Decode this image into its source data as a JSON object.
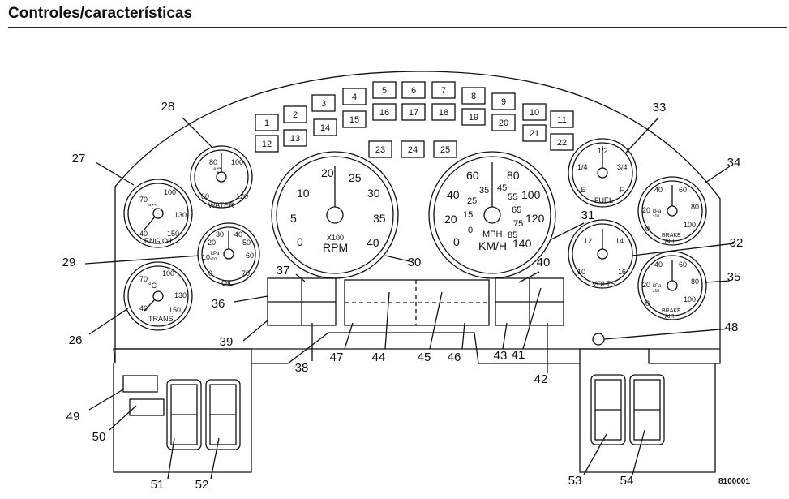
{
  "header": {
    "title": "Controles/características"
  },
  "figure_id": "8100001",
  "indicator_labels": [
    "1",
    "2",
    "3",
    "4",
    "5",
    "6",
    "7",
    "8",
    "9",
    "10",
    "11",
    "12",
    "13",
    "14",
    "15",
    "16",
    "17",
    "18",
    "19",
    "20",
    "21",
    "22",
    "23",
    "24",
    "25"
  ],
  "gauges": {
    "water": {
      "label": "WATER",
      "unit": "°C",
      "ticks": [
        "60",
        "80",
        "100",
        "120"
      ]
    },
    "eng_oil": {
      "label": "ENG OIL",
      "unit": "°C",
      "ticks": [
        "40",
        "70",
        "100",
        "130",
        "150"
      ]
    },
    "oil": {
      "label": "OIL",
      "unit": "kPa",
      "scale": "x10",
      "ticks": [
        "0",
        "10",
        "20",
        "30",
        "40",
        "50",
        "60",
        "70"
      ]
    },
    "trans": {
      "label": "TRANS",
      "unit": "°C",
      "ticks": [
        "40",
        "70",
        "100",
        "130",
        "150"
      ]
    },
    "tach": {
      "label": "RPM",
      "scale": "X100",
      "ticks": [
        "0",
        "5",
        "10",
        "20",
        "25",
        "30",
        "35",
        "40"
      ]
    },
    "speedo": {
      "unit_mph": "MPH",
      "unit_kmh": "KM/H",
      "mph_ticks": [
        "0",
        "20",
        "40",
        "60",
        "80",
        "100",
        "120",
        "140"
      ],
      "kmh_ticks": [
        "0",
        "15",
        "25",
        "35",
        "45",
        "55",
        "65",
        "75",
        "85"
      ]
    },
    "fuel": {
      "label": "FUEL",
      "ticks": [
        "E",
        "1/4",
        "1/2",
        "3/4",
        "F"
      ]
    },
    "volts": {
      "label": "VOLTS",
      "ticks": [
        "10",
        "12",
        "14",
        "16"
      ]
    },
    "brake_air_1": {
      "label_line1": "BRAKE",
      "label_line2": "AIR",
      "unit": "kPa",
      "scale": "x10",
      "ticks": [
        "0",
        "20",
        "40",
        "60",
        "80",
        "100"
      ]
    },
    "brake_air_2": {
      "label_line1": "BRAKE",
      "label_line2": "AIR",
      "unit": "kPa",
      "scale": "x10",
      "ticks": [
        "0",
        "20",
        "40",
        "60",
        "80",
        "100"
      ]
    }
  },
  "callouts": [
    "26",
    "27",
    "28",
    "29",
    "30",
    "31",
    "32",
    "33",
    "34",
    "35",
    "36",
    "37",
    "38",
    "39",
    "40",
    "41",
    "42",
    "43",
    "44",
    "45",
    "46",
    "47",
    "48",
    "49",
    "50",
    "51",
    "52",
    "53",
    "54"
  ]
}
